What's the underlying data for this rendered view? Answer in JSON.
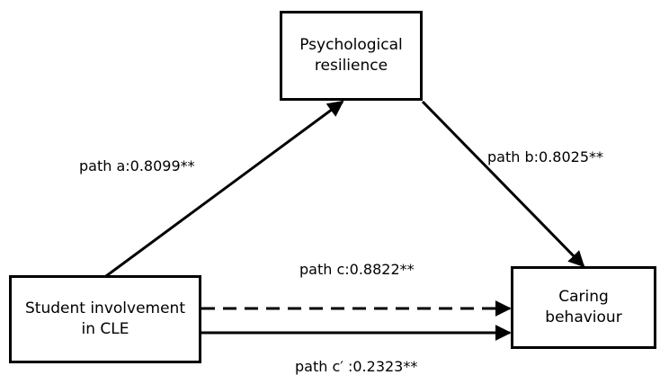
{
  "diagram": {
    "nodes": {
      "mediator": {
        "text": "Psychological\nresilience"
      },
      "predictor": {
        "text": "Student involvement\nin CLE"
      },
      "outcome": {
        "text": "Caring\nbehaviour"
      }
    },
    "paths": {
      "a": {
        "label": "path a:0.8099**",
        "style": "solid"
      },
      "b": {
        "label": "path b:0.8025**",
        "style": "solid"
      },
      "c": {
        "label": "path c:0.8822**",
        "style": "dashed"
      },
      "c_prime": {
        "label": "path c′ :0.2323**",
        "style": "solid"
      }
    },
    "colors": {
      "stroke": "#000000",
      "background": "#ffffff"
    }
  }
}
